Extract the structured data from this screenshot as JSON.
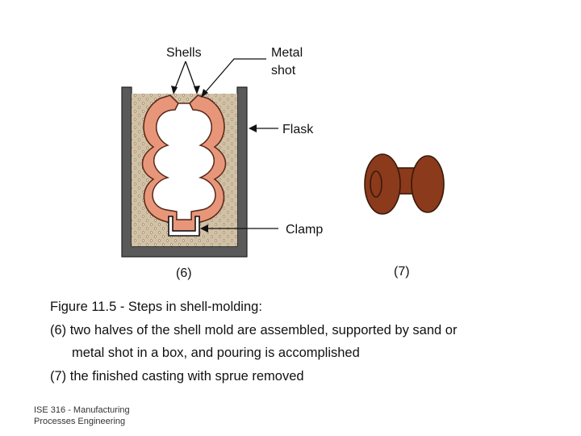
{
  "labels": {
    "shells": "Shells",
    "metal_shot_line1": "Metal",
    "metal_shot_line2": "shot",
    "flask": "Flask",
    "clamp": "Clamp",
    "step6": "(6)",
    "step7": "(7)"
  },
  "caption": {
    "title": "Figure 11.5 ‑ Steps in shell‑molding:",
    "line6_a": "(6) two halves of the shell mold are assembled, supported by sand or",
    "line6_b": "metal shot in a box, and pouring is accomplished",
    "line7": "(7) the finished casting with sprue removed"
  },
  "footer": {
    "line1": "ISE 316  -  Manufacturing",
    "line2": "Processes Engineering"
  },
  "colors": {
    "flask": "#5a5a5a",
    "sand": "#d3c1a4",
    "shell": "#e8967a",
    "shell_outline": "#5a2a1a",
    "casting": "#8b3a1c"
  }
}
